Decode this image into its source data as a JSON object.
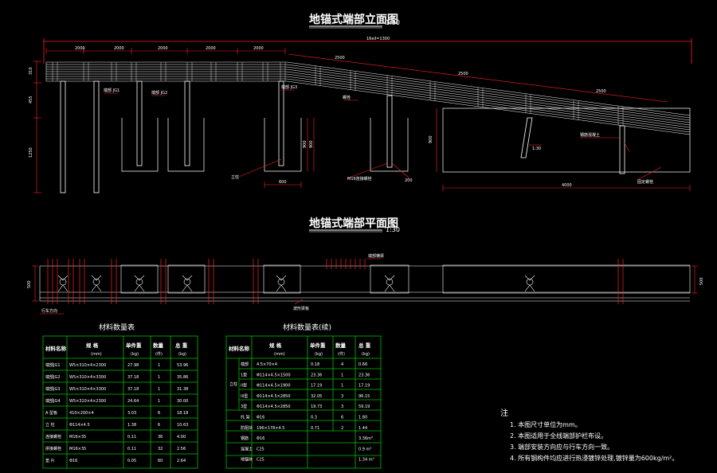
{
  "colors": {
    "background": "#000000",
    "line": "#ffffff",
    "dim": "#ff0000",
    "post": "#ffffff",
    "table": "#00c000"
  },
  "elevation": {
    "title": "地锚式端部立面图",
    "scale": "1:30",
    "overall_dim": "16ell=1300",
    "seg_dims": [
      "2000",
      "2000",
      "2000",
      "2000",
      "2000"
    ],
    "slope_dims": [
      "2500",
      "2500",
      "2500"
    ],
    "left_dims": [
      "310",
      "455",
      "1250"
    ],
    "post_labels": [
      "端部 JG1",
      "端部 JG2",
      "端部 JG3"
    ],
    "labels": [
      "立柱",
      "螺栓",
      "200",
      "900",
      "900",
      "M16连接螺栓",
      "1:30",
      "钢筋混凝土",
      "固定螺栓"
    ],
    "foot_dim": "600",
    "bottom_dim": "4000"
  },
  "plan": {
    "title": "地锚式端部平面图",
    "scale": "1:30",
    "left_dim": "500",
    "right_dim": "500",
    "labels": [
      "端部横梁",
      "波形梁板",
      "行车方向"
    ]
  },
  "table1": {
    "title": "材料数量表",
    "headers": [
      "材料名称",
      "规 格",
      "单件重",
      "数量",
      "总 重"
    ],
    "sub_headers": [
      "",
      "(mm)",
      "(kg)",
      "(件)",
      "(kg)"
    ],
    "rows": [
      [
        "端部JG1",
        "W5×310×4×2300",
        "27.98",
        "1",
        "53.96"
      ],
      [
        "端部JG2",
        "W5×310×4×3300",
        "37.18",
        "1",
        "35.86"
      ],
      [
        "端部JG3",
        "W5×310×4×3300",
        "37.18",
        "1",
        "31.38"
      ],
      [
        "端部JG4",
        "W5×310×4×2300",
        "24.64",
        "1",
        "30.00"
      ],
      [
        "A 型板",
        "410×200×4",
        "3.03",
        "6",
        "18.18"
      ],
      [
        "立 柱",
        "Φ114×4.5",
        "1.38",
        "6",
        "10.63"
      ],
      [
        "连接螺栓",
        "M16×35",
        "0.11",
        "36",
        "4.00"
      ],
      [
        "拼接螺栓",
        "M16×35",
        "0.11",
        "32",
        "2.56"
      ],
      [
        "垫 片",
        "Φ16",
        "0.05",
        "60",
        "2.64"
      ]
    ]
  },
  "table2": {
    "title": "材料数量表(续)",
    "headers": [
      "材料名称",
      "规 格",
      "单件重",
      "数量",
      "总 重"
    ],
    "sub_headers": [
      "",
      "(mm)",
      "(kg)",
      "(件)",
      "(kg)"
    ],
    "group_label": "立柱",
    "rows": [
      [
        "端部",
        "4.5×70×4",
        "0.18",
        "4",
        "0.66"
      ],
      [
        "1型",
        "Φ114×4.5×1500",
        "23.36",
        "1",
        "23.36"
      ],
      [
        "II型",
        "Φ114×4.5×1900",
        "17.19",
        "1",
        "17.19"
      ],
      [
        "III型",
        "Φ114×4.5×2850",
        "32.05",
        "3",
        "96.15"
      ],
      [
        "3型",
        "Φ114×4.5×2850",
        "19.73",
        "3",
        "59.19"
      ],
      [
        "托 架",
        "Φ16",
        "0.3",
        "6",
        "1.80"
      ],
      [
        "防阻块",
        "196×178×4.5",
        "0.71",
        "2",
        "1.44"
      ],
      [
        "钢筋",
        "Φ16",
        "",
        "",
        "3.36m³"
      ],
      [
        "混凝土",
        "C25",
        "",
        "",
        "0.9 m³"
      ],
      [
        "地锚块",
        "C25",
        "",
        "",
        "1.34 m³"
      ]
    ]
  },
  "notes": {
    "heading": "注",
    "items": [
      "1. 本图尺寸单位为mm。",
      "2. 本图适用于全线端部护栏布设。",
      "3. 端部安装方向应与行车方向一致。",
      "4. 所有钢构件均应进行热浸镀锌处理,镀锌量为600kg/m²。"
    ]
  }
}
